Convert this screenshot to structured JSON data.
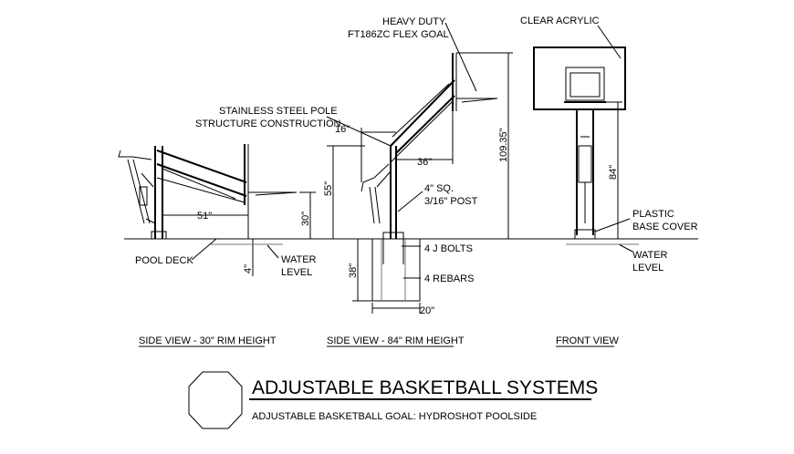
{
  "title": "ADJUSTABLE BASKETBALL SYSTEMS",
  "subtitle": "ADJUSTABLE BASKETBALL GOAL: HYDROSHOT POOLSIDE",
  "views": {
    "side_30": "SIDE VIEW - 30\" RIM HEIGHT",
    "side_84": "SIDE VIEW - 84\" RIM HEIGHT",
    "front": "FRONT VIEW"
  },
  "labels": {
    "heavy_duty_1": "HEAVY DUTY",
    "heavy_duty_2": "FT186ZC FLEX GOAL",
    "stainless_1": "STAINLESS STEEL POLE",
    "stainless_2": "STRUCTURE CONSTRUCTION",
    "post_1": "4\" SQ.",
    "post_2": "3/16\" POST",
    "j_bolts": "4 J BOLTS",
    "rebars": "4 REBARS",
    "pool_deck": "POOL DECK",
    "water_1": "WATER",
    "water_2": "LEVEL",
    "clear_acrylic": "CLEAR ACRYLIC",
    "plastic_1": "PLASTIC",
    "plastic_2": "BASE COVER",
    "water_front_1": "WATER",
    "water_front_2": "LEVEL"
  },
  "dimensions": {
    "d51": "51\"",
    "d30": "30\"",
    "d4": "4\"",
    "d16": "16\"",
    "d36": "36\"",
    "d55": "55\"",
    "d109": "109.35\"",
    "d38": "38\"",
    "d20": "20\"",
    "d84": "84\""
  }
}
